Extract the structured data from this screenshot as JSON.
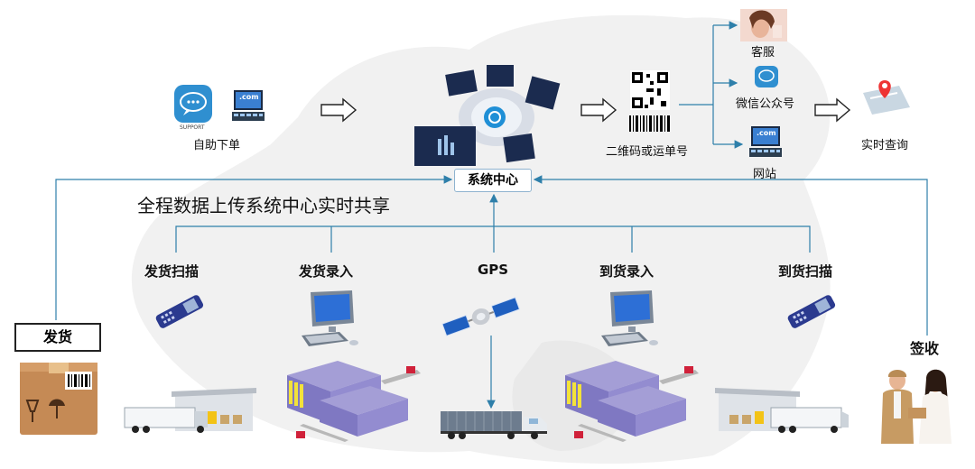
{
  "top_flow": {
    "self_order": "自助下单",
    "center": "系统中心",
    "qr_label": "二维码或运单号",
    "customer_service": "客服",
    "wechat": "微信公众号",
    "website": "网站",
    "realtime_query": "实时查询",
    "support_text": "SUPPORT",
    "com_text": ".com"
  },
  "slogan": "全程数据上传系统中心实时共享",
  "bottom_nodes": {
    "ship_scan": "发货扫描",
    "ship_entry": "发货录入",
    "gps": "GPS",
    "arrival_entry": "到货录入",
    "arrival_scan": "到货扫描"
  },
  "ends": {
    "ship": "发货",
    "sign": "签收"
  },
  "colors": {
    "line": "#2e7faa",
    "map": "#efefef",
    "warehouse": "#8d86c9",
    "yellow": "#f3e23a",
    "red": "#d0213a"
  }
}
